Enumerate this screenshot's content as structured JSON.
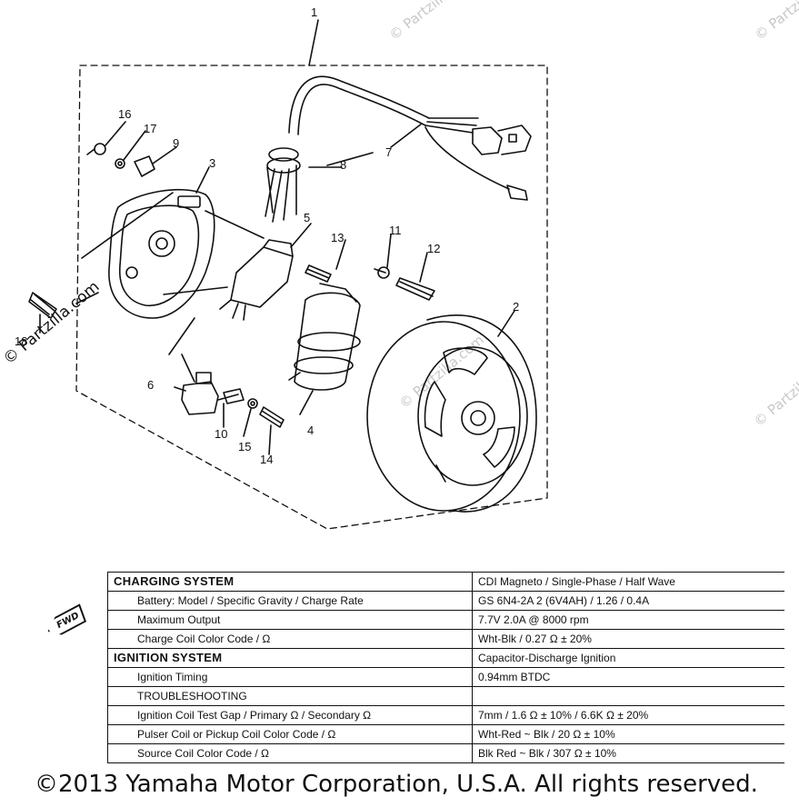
{
  "watermark": "© Partzilla.com",
  "callouts": [
    "1",
    "2",
    "3",
    "4",
    "5",
    "6",
    "7",
    "8",
    "9",
    "10",
    "11",
    "12",
    "13",
    "14",
    "15",
    "16",
    "17",
    "18"
  ],
  "fwd_label": "FWD",
  "spec_table": {
    "rows": [
      {
        "label": "CHARGING SYSTEM",
        "value": "CDI Magneto / Single-Phase / Half Wave",
        "kind": "section"
      },
      {
        "label": "Battery: Model / Specific Gravity / Charge Rate",
        "value": "GS 6N4-2A 2 (6V4AH) / 1.26 / 0.4A",
        "kind": "item"
      },
      {
        "label": "Maximum Output",
        "value": "7.7V 2.0A @ 8000 rpm",
        "kind": "item"
      },
      {
        "label": "Charge Coil Color Code / Ω",
        "value": "Wht-Blk / 0.27 Ω ± 20%",
        "kind": "item"
      },
      {
        "label": "IGNITION SYSTEM",
        "value": "Capacitor-Discharge Ignition",
        "kind": "section"
      },
      {
        "label": "Ignition Timing",
        "value": "0.94mm BTDC",
        "kind": "item"
      },
      {
        "label": "TROUBLESHOOTING",
        "value": "",
        "kind": "item"
      },
      {
        "label": "Ignition Coil Test Gap / Primary Ω / Secondary Ω",
        "value": "7mm / 1.6 Ω ± 10% / 6.6K Ω ± 20%",
        "kind": "item"
      },
      {
        "label": "Pulser Coil or Pickup Coil Color Code / Ω",
        "value": "Wht-Red ~ Blk / 20 Ω ± 10%",
        "kind": "item"
      },
      {
        "label": "Source Coil Color Code / Ω",
        "value": "Blk Red ~ Blk / 307 Ω ± 10%",
        "kind": "item"
      }
    ]
  },
  "copyright": "©2013 Yamaha Motor Corporation, U.S.A. All rights reserved."
}
